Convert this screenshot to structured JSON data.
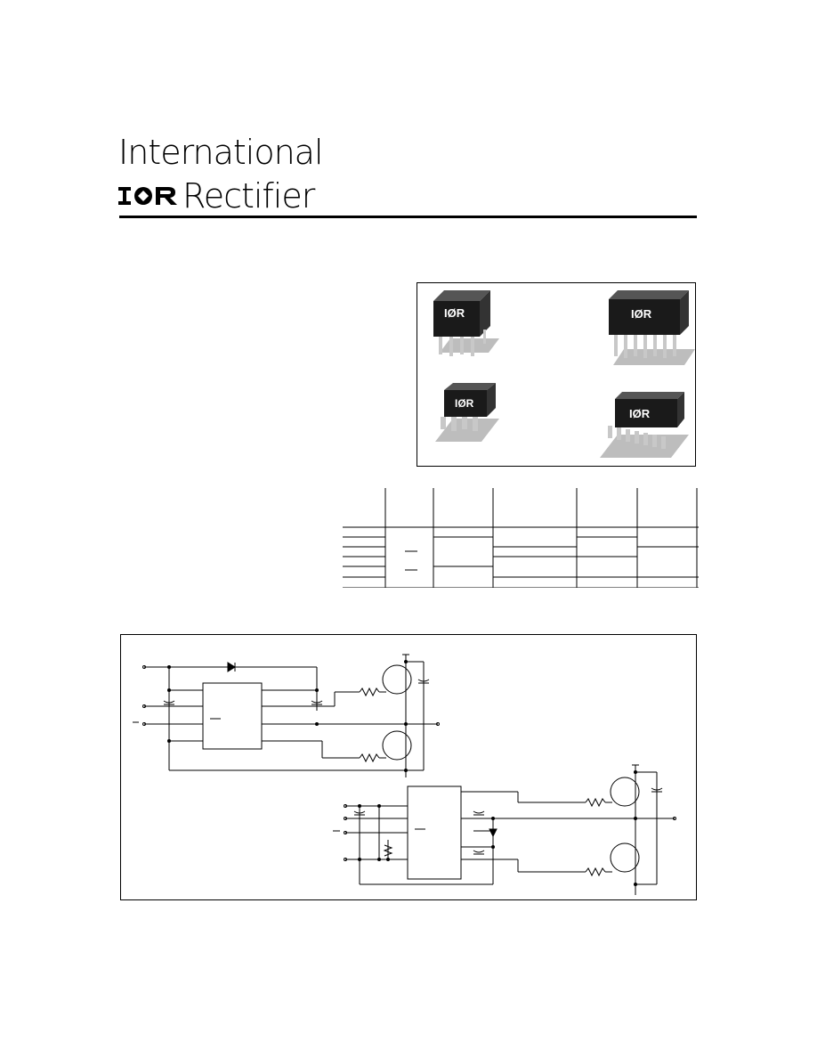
{
  "header": {
    "logo_line1": "International",
    "logo_line2": "Rectifier",
    "logo_mark": "IOR-logo-mark"
  },
  "packages": [
    {
      "icon": "dip8-package-icon"
    },
    {
      "icon": "dip14-package-icon"
    },
    {
      "icon": "soic8-package-icon"
    },
    {
      "icon": "soic14-package-icon"
    }
  ],
  "colors": {
    "ink": "#000000",
    "chip": "#1a1a1a",
    "pin": "#c8c8c8",
    "shadow": "#bdbdbd"
  }
}
